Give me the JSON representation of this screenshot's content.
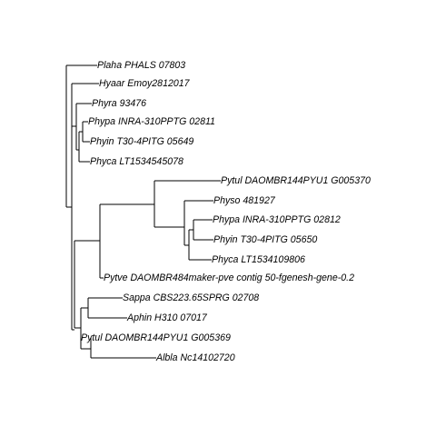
{
  "tree": {
    "tips": [
      {
        "id": "plaha",
        "label": "Plaha PHALS 07803"
      },
      {
        "id": "hyaar",
        "label": "Hyaar Emoy2812017"
      },
      {
        "id": "phyra",
        "label": "Phyra 93476"
      },
      {
        "id": "phypa1",
        "label": "Phypa INRA-310PPTG 02811"
      },
      {
        "id": "phyin1",
        "label": "Phyin T30-4PITG 05649"
      },
      {
        "id": "phyca1",
        "label": "Phyca LT1534545078"
      },
      {
        "id": "pytul1",
        "label": "Pytul DAOMBR144PYU1 G005370"
      },
      {
        "id": "physo",
        "label": "Physo 481927"
      },
      {
        "id": "phypa2",
        "label": "Phypa INRA-310PPTG 02812"
      },
      {
        "id": "phyin2",
        "label": "Phyin T30-4PITG 05650"
      },
      {
        "id": "phyca2",
        "label": "Phyca LT1534109806"
      },
      {
        "id": "pytve",
        "label": "Pytve DAOMBR484maker-pve contig 50-fgenesh-gene-0.2"
      },
      {
        "id": "sappa",
        "label": "Sappa CBS223.65SPRG 02708"
      },
      {
        "id": "aphin",
        "label": "Aphin H310 07017"
      },
      {
        "id": "pytul2",
        "label": "Pytul DAOMBR144PYU1 G005369"
      },
      {
        "id": "albla",
        "label": "Albla Nc14102720"
      }
    ]
  }
}
